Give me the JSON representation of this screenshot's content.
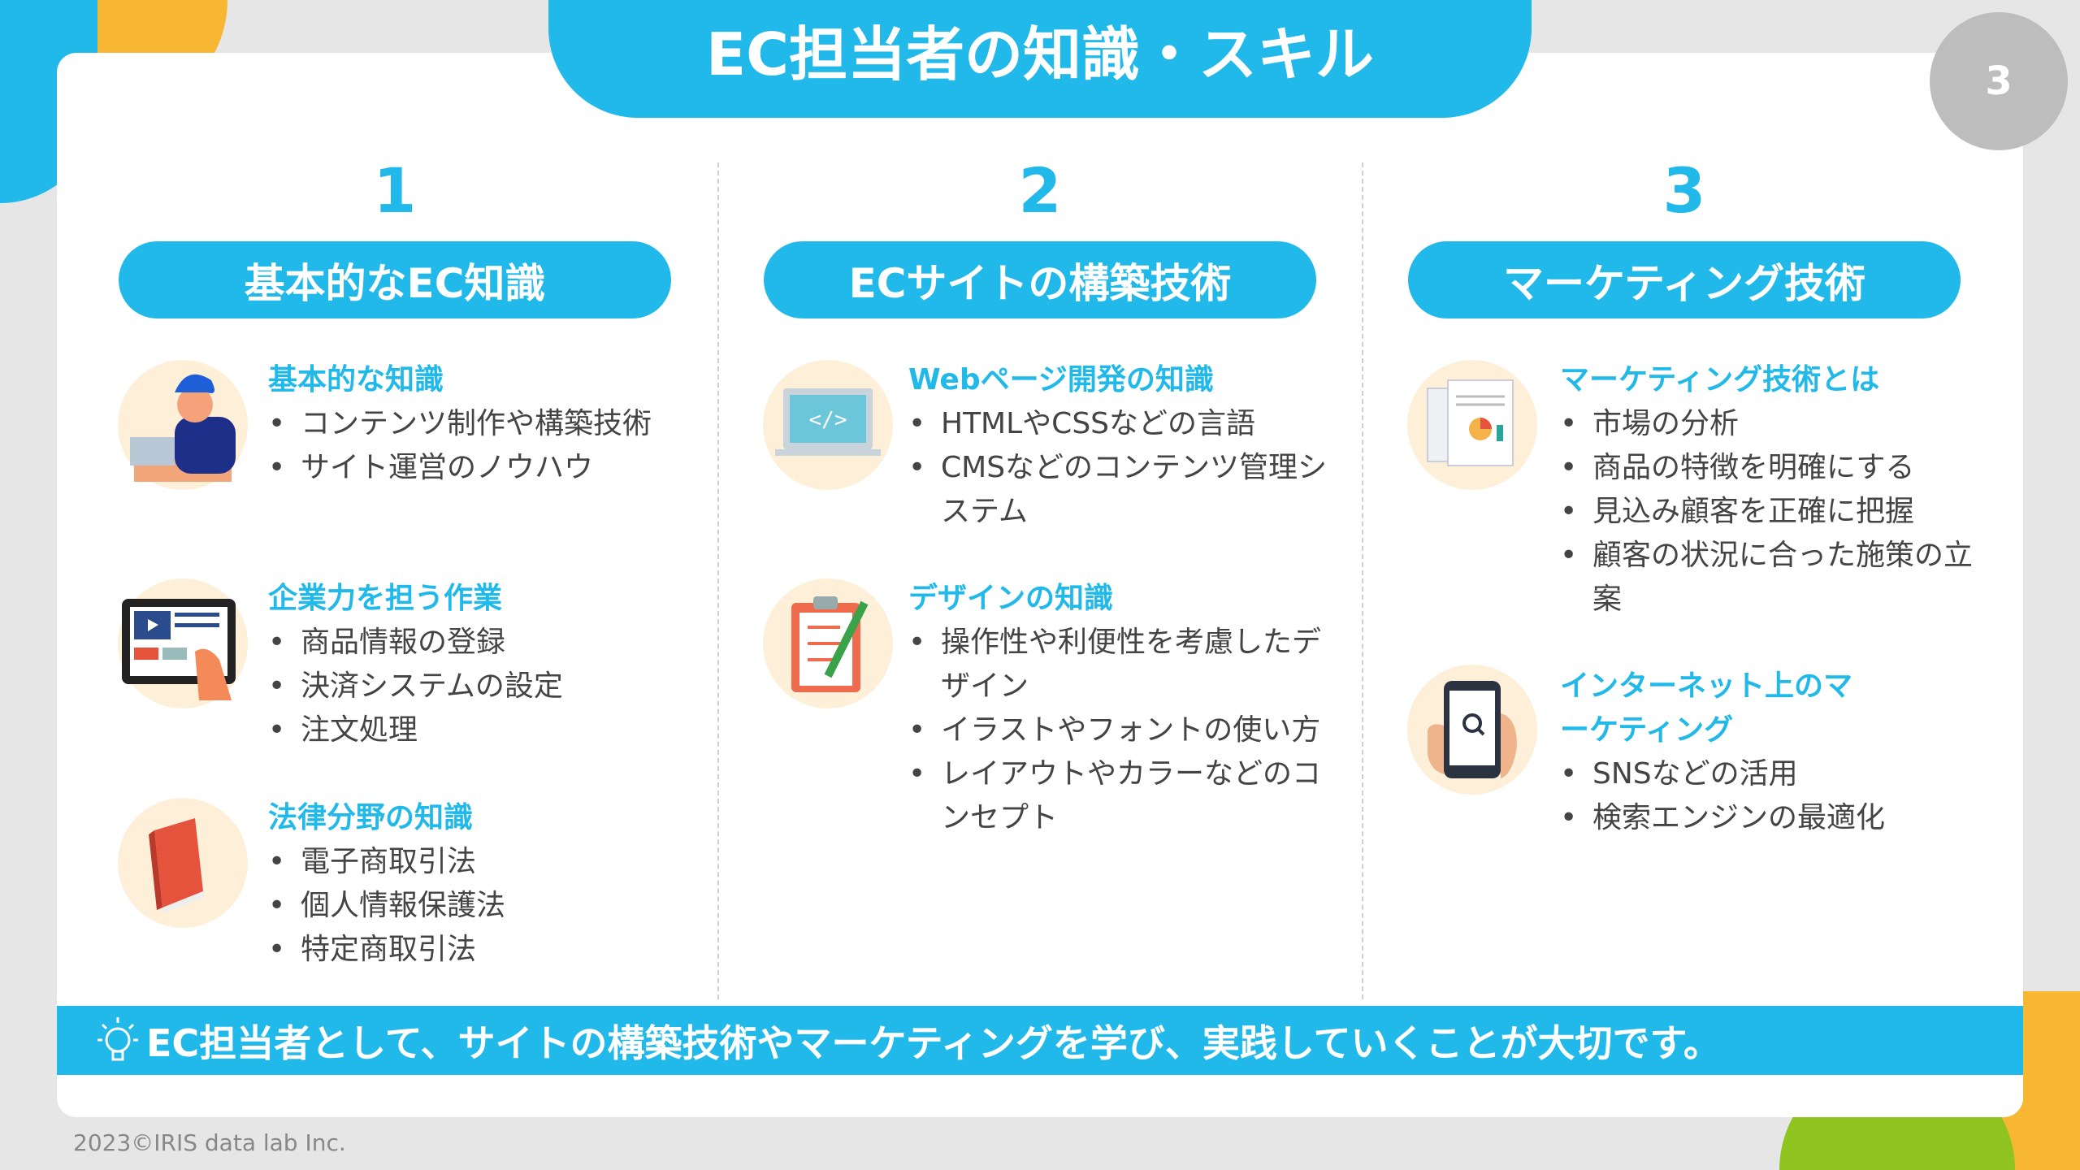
{
  "title": "EC担当者の知識・スキル",
  "page_number": "3",
  "columns": [
    {
      "number": "1",
      "label": "基本的なEC知識",
      "sections": [
        {
          "icon": "person-laptop-icon",
          "heading": "基本的な知識",
          "bullets": [
            "コンテンツ制作や構築技術",
            "サイト運営のノウハウ"
          ]
        },
        {
          "icon": "tablet-hand-icon",
          "heading": "企業力を担う作業",
          "bullets": [
            "商品情報の登録",
            "決済システムの設定",
            "注文処理"
          ]
        },
        {
          "icon": "book-icon",
          "heading": "法律分野の知識",
          "bullets": [
            "電子商取引法",
            "個人情報保護法",
            "特定商取引法"
          ]
        }
      ]
    },
    {
      "number": "2",
      "label": "ECサイトの構築技術",
      "sections": [
        {
          "icon": "code-monitor-icon",
          "heading": "Webページ開発の知識",
          "bullets": [
            "HTMLやCSSなどの言語",
            "CMSなどのコンテンツ管理システム"
          ]
        },
        {
          "icon": "clipboard-pencil-icon",
          "heading": "デザインの知識",
          "bullets": [
            "操作性や利便性を考慮したデザイン",
            "イラストやフォントの使い方",
            "レイアウトやカラーなどのコンセプト"
          ]
        }
      ]
    },
    {
      "number": "3",
      "label": "マーケティング技術",
      "sections": [
        {
          "icon": "report-documents-icon",
          "heading": "マーケティング技術とは",
          "bullets": [
            "市場の分析",
            "商品の特徴を明確にする",
            "見込み顧客を正確に把握",
            "顧客の状況に合った施策の立案"
          ]
        },
        {
          "icon": "phone-search-icon",
          "heading": "インターネット上のマーケティング",
          "bullets": [
            "SNSなどの活用",
            "検索エンジンの最適化"
          ]
        }
      ]
    }
  ],
  "banner": "EC担当者として、サイトの構築技術やマーケティングを学び、実践していくことが大切です。",
  "footer": "2023©IRIS data lab Inc.",
  "colors": {
    "accent": "#21b8ea",
    "yellow": "#f8b733",
    "green": "#8fc31f"
  }
}
